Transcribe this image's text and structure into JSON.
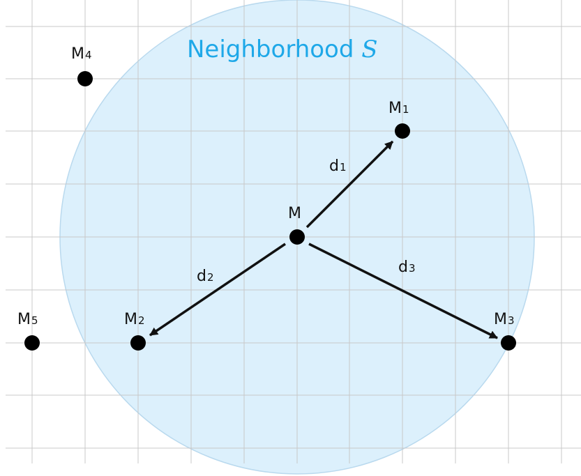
{
  "title": {
    "text": "Neighborhood",
    "symbol": "S"
  },
  "points": {
    "center": {
      "label": "M",
      "index": ""
    },
    "m1": {
      "label": "M",
      "index": "1"
    },
    "m2": {
      "label": "M",
      "index": "2"
    },
    "m3": {
      "label": "M",
      "index": "3"
    },
    "m4": {
      "label": "M",
      "index": "4"
    },
    "m5": {
      "label": "M",
      "index": "5"
    }
  },
  "distances": {
    "d1": {
      "label": "d",
      "index": "1"
    },
    "d2": {
      "label": "d",
      "index": "2"
    },
    "d3": {
      "label": "d",
      "index": "3"
    }
  },
  "colors": {
    "neighborhood_fill": "#dcf0fc",
    "neighborhood_stroke": "#b9d9ee",
    "title": "#1ea8e8",
    "grid": "#c8c8c8",
    "ink": "#111111"
  }
}
